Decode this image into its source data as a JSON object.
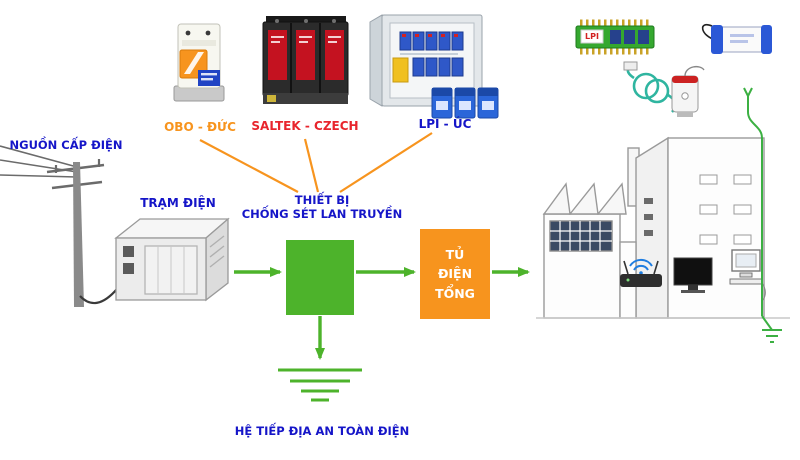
{
  "diagram": {
    "nodes": {
      "power_source": "NGUỒN CẤP ĐIỆN",
      "station": "TRẠM ĐIỆN",
      "spd": "THIẾT BỊ\nCHỐNG SÉT LAN TRUYỀN",
      "main_cabinet": "TỦ\nĐIỆN\nTỔNG",
      "grounding": "HỆ TIẾP ĐỊA AN TOÀN ĐIỆN"
    },
    "brands": {
      "obo": "OBO - ĐỨC",
      "saltek": "SALTEK - CZECH",
      "lpi": "LPI - ÚC",
      "pcb_text": "LPI"
    },
    "colors": {
      "flow_green": "#4db32b",
      "cabinet_orange": "#f7941e",
      "label_blue": "#1515c8",
      "label_red": "#e8252d",
      "label_orange": "#f7941e",
      "wifi_blue": "#1f7de0"
    }
  }
}
